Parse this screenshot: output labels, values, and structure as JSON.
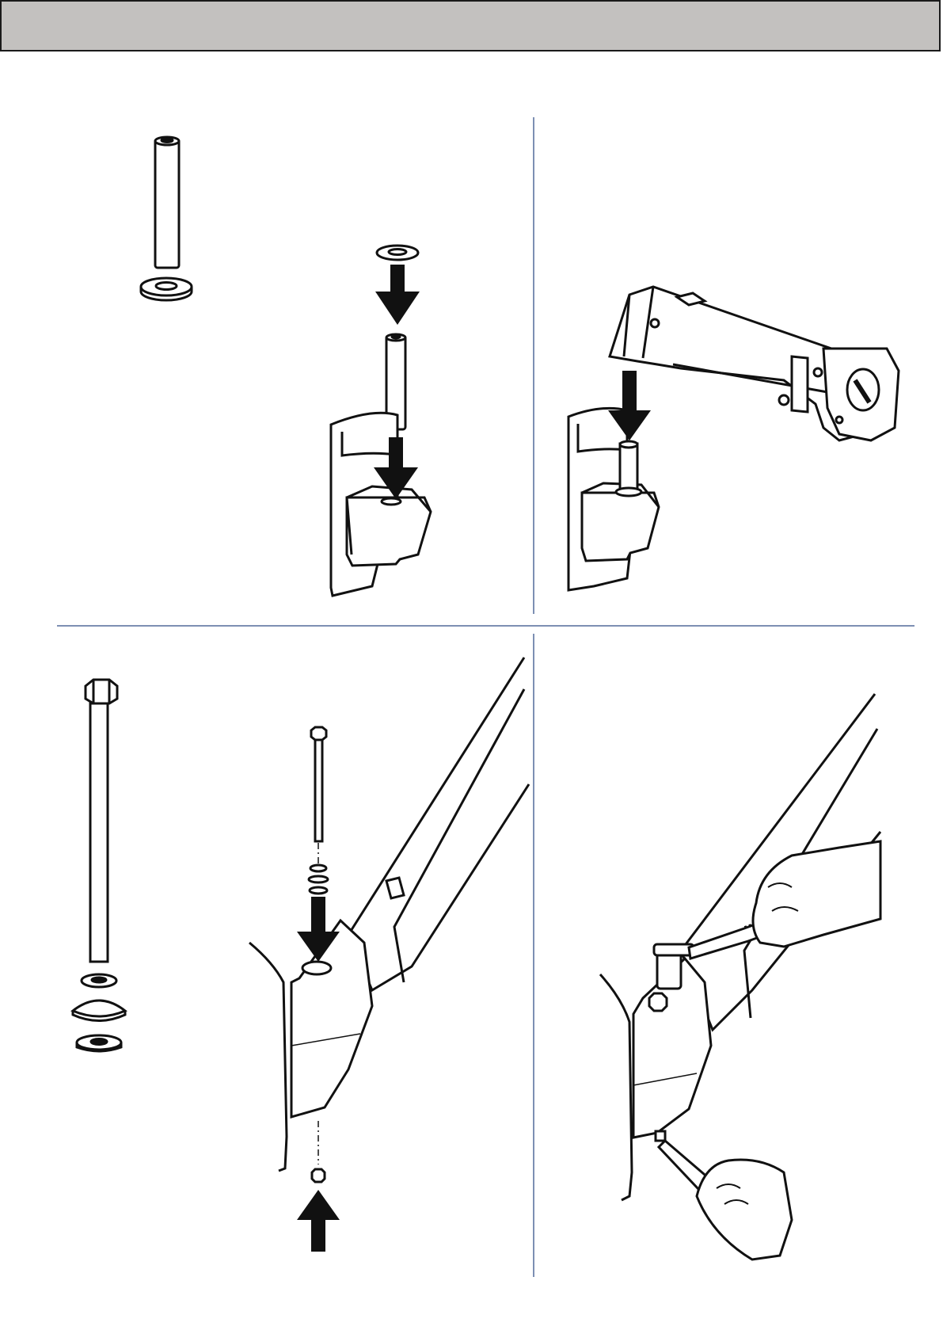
{
  "header": {
    "title": "",
    "background": "#c3c1bf",
    "border": "#1a1a1a"
  },
  "divider_color": "#7d8fb3",
  "panels": [
    {
      "name": "step-spacer-post-parts",
      "contents": [
        "spacer-post",
        "flat-washer"
      ]
    },
    {
      "name": "step-install-post",
      "contents": [
        "washer",
        "spacer-post",
        "base-bracket",
        "down-arrow",
        "down-arrow"
      ]
    },
    {
      "name": "step-mount-arm",
      "contents": [
        "monitor-arm",
        "post",
        "base-bracket",
        "down-arrow"
      ]
    },
    {
      "name": "step-bolt-parts",
      "contents": [
        "hex-bolt",
        "flat-washer",
        "dome-washer",
        "rubber-washer"
      ]
    },
    {
      "name": "step-insert-bolt",
      "contents": [
        "hex-bolt",
        "washers",
        "base-bracket",
        "nut",
        "down-arrow",
        "up-arrow"
      ]
    },
    {
      "name": "step-tighten",
      "contents": [
        "ratchet-wrench",
        "hand",
        "hand",
        "wrench",
        "base-bracket"
      ]
    }
  ]
}
